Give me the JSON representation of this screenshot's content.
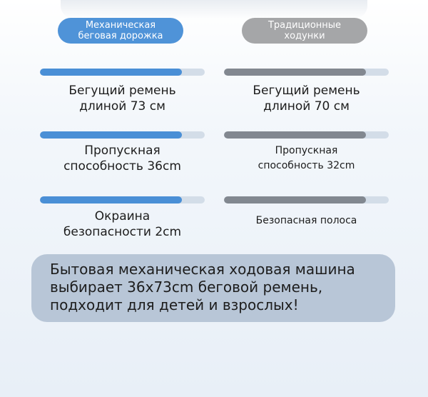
{
  "header": {
    "left_label": "Механическая\nбеговая дорожка",
    "right_label": "Традиционные\nходунки"
  },
  "rows": [
    {
      "left": {
        "text": "Бегущий ремень\nдлиной 73 см",
        "fill": 0.86
      },
      "right": {
        "text": "Бегущий ремень\nдлиной 70 см",
        "fill": 0.86
      }
    },
    {
      "left": {
        "text": "Пропускная\nспособность 36cm",
        "fill": 0.86
      },
      "right": {
        "text": "Пропускная\nспособность 32cm",
        "fill": 0.86
      }
    },
    {
      "left": {
        "text": "Окраина\nбезопасности 2cm",
        "fill": 0.86
      },
      "right": {
        "text": "Безопасная полоса",
        "fill": 0.86
      }
    }
  ],
  "banner": {
    "text": "Бытовая механическая ходовая машина\nвыбирает 36x73cm беговой ремень,\nподходит для детей и взрослых!"
  },
  "colors": {
    "accent_blue": "#4a8fd6",
    "accent_gray": "#828890",
    "track": "#d3dde8",
    "banner_bg": "#b8c6d7"
  }
}
